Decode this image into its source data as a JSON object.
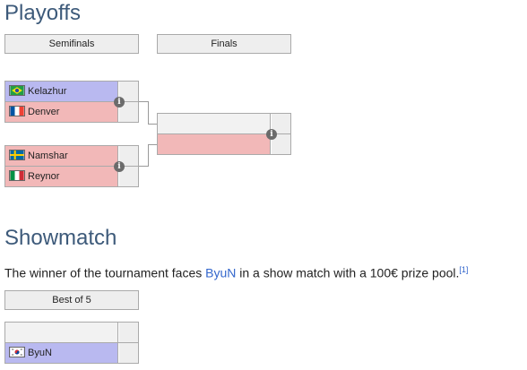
{
  "playoffs": {
    "title": "Playoffs",
    "rounds": [
      "Semifinals",
      "Finals"
    ],
    "semifinal1": [
      {
        "player": "Kelazhur",
        "flag": "br",
        "color": "#b9b9f0"
      },
      {
        "player": "Denver",
        "flag": "fr",
        "color": "#f2b8b8"
      }
    ],
    "semifinal2": [
      {
        "player": "Namshar",
        "flag": "se",
        "color": "#f2b8b8"
      },
      {
        "player": "Reynor",
        "flag": "it",
        "color": "#f2b8b8"
      }
    ],
    "final": [
      {
        "player": "",
        "color": "#f2f2f2"
      },
      {
        "player": "",
        "color": "#f2b8b8"
      }
    ],
    "info_glyph": "i"
  },
  "showmatch": {
    "title": "Showmatch",
    "text_before": "The winner of the tournament faces ",
    "link": "ByuN",
    "text_after": " in a show match with a 100€ prize pool.",
    "ref": "[1]",
    "round": "Best of 5",
    "slots": [
      {
        "player": "",
        "color": "#f2f2f2"
      },
      {
        "player": "ByuN",
        "flag": "kr",
        "color": "#b9b9f0"
      }
    ]
  },
  "colors": {
    "heading": "#3d5a7a",
    "link": "#3366cc",
    "win_blue": "#b9b9f0",
    "lose_red": "#f2b8b8",
    "empty": "#f2f2f2"
  }
}
